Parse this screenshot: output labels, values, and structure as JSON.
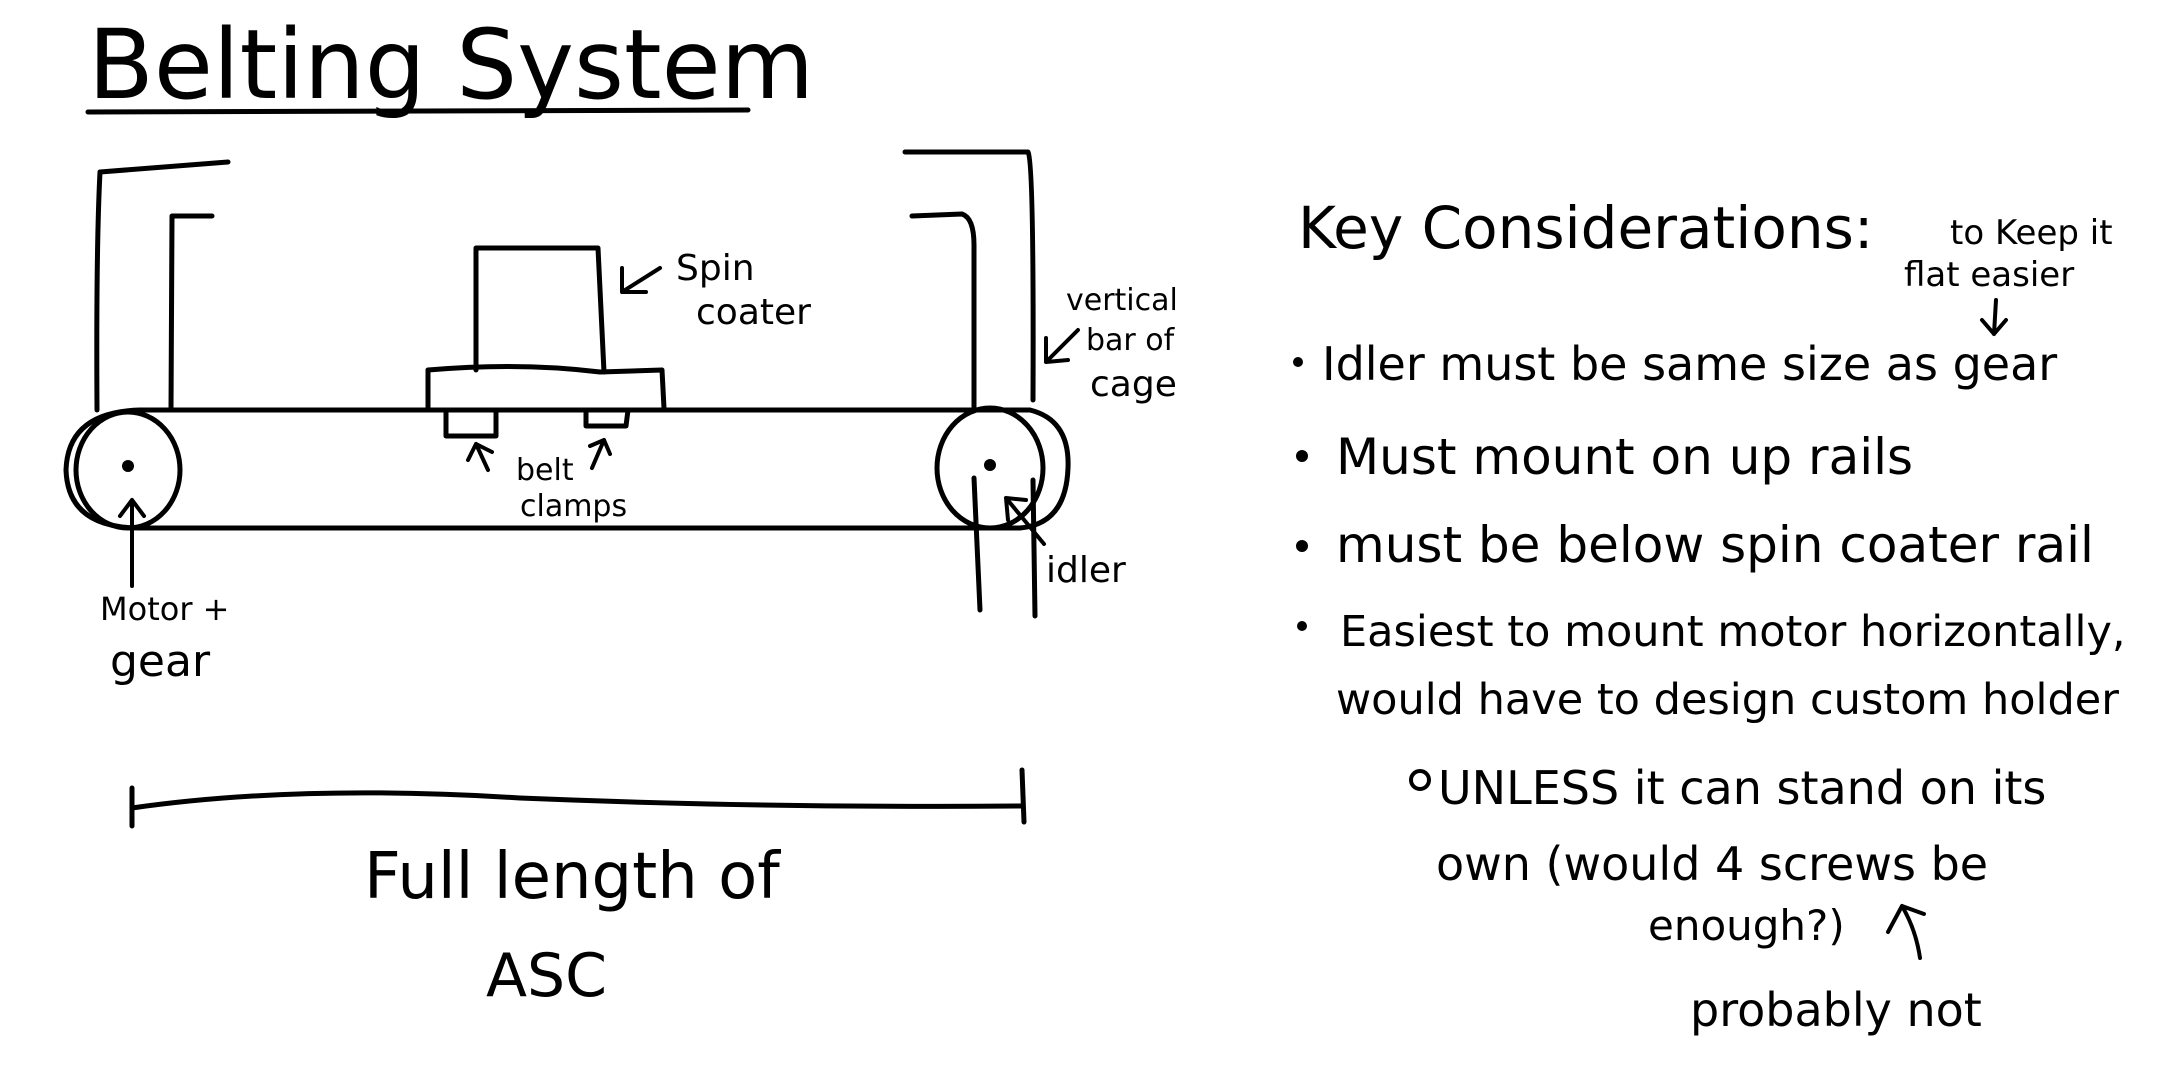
{
  "title": "Belting System",
  "labels": {
    "spin_coater_1": "Spin",
    "spin_coater_2": "coater",
    "vertical_bar_1": "vertical",
    "vertical_bar_2": "bar of",
    "vertical_bar_3": "cage",
    "belt_clamps_1": "belt",
    "belt_clamps_2": "clamps",
    "motor_gear_1": "Motor +",
    "motor_gear_2": "gear",
    "idler": "idler",
    "full_length_1": "Full length of",
    "full_length_2": "ASC"
  },
  "notes": {
    "heading": "Key Considerations:",
    "side_note_1": "to Keep it",
    "side_note_2": "flat easier",
    "bullets": [
      "Idler must be same size as gear",
      "Must mount on up rails",
      "must be below spin coater rail",
      "Easiest to mount motor horizontally,",
      "would have to design custom holder"
    ],
    "sub_1": "UNLESS it can stand on its",
    "sub_2": "own (would 4 screws be",
    "sub_3": "enough?)",
    "sub_4": "probably not"
  }
}
